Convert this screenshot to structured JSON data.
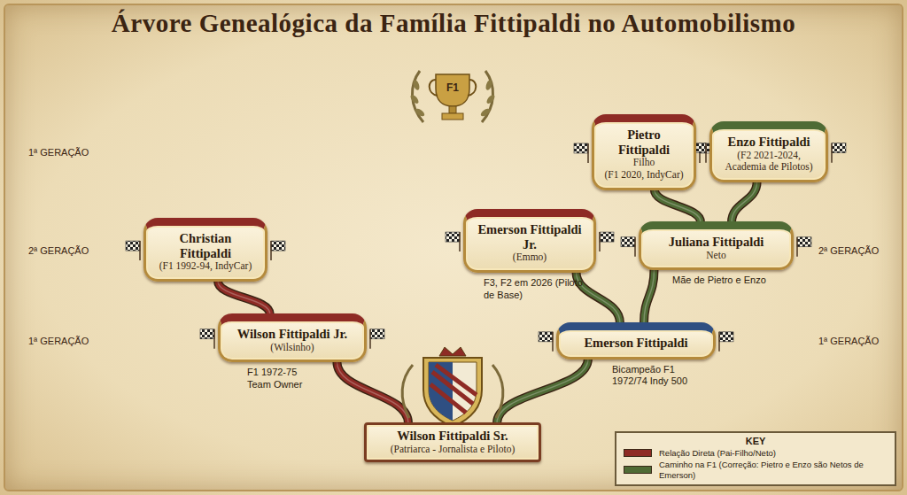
{
  "diagram": {
    "title": "Árvore Genealógica da Família Fittipaldi no Automobilismo",
    "nodes": [
      {
        "text": [
          "Pietro Fittipaldi",
          "Filho",
          "(F1 2020, IndyCar)"
        ]
      },
      {
        "text": [
          "Enzo Fittipaldi",
          "(F2 2021-2024, Academia de Pilotos)"
        ]
      },
      {
        "text": [
          "Christian Fittipaldi",
          "(F1 1992-94, IndyCar)"
        ]
      },
      {
        "text": [
          "Emerson Fittipaldi Jr.",
          "(Emmo)",
          "F3, F2 em 2026 (Piloto de Base)"
        ]
      },
      {
        "text": [
          "Juliana Fittipaldi",
          "Neto",
          "Mãe de Pietro e Enzo"
        ]
      },
      {
        "text": [
          "Wilson Fittipaldi Jr.",
          "(Wilsinho)",
          "F1 1972-75 Team Owner"
        ]
      },
      {
        "text": [
          "Emerson Fittipaldi",
          "Bicampeão F1 1972/74 Indy 500"
        ]
      },
      {
        "text": [
          "Wilson Fittipaldi Sr.",
          "(Patriarca - Jornalista e Piloto)"
        ]
      }
    ],
    "edges": [
      {
        "from": 7,
        "to": 5,
        "arrow": "none"
      },
      {
        "from": 5,
        "to": 2,
        "arrow": "none"
      },
      {
        "from": 7,
        "to": 6,
        "arrow": "none"
      },
      {
        "from": 6,
        "to": 3,
        "arrow": "none"
      },
      {
        "from": 6,
        "to": 4,
        "arrow": "none"
      },
      {
        "from": 4,
        "to": 0,
        "arrow": "none"
      },
      {
        "from": 4,
        "to": 1,
        "arrow": "none"
      }
    ],
    "labels": [
      "F1",
      "1ª GERAÇÃO",
      "2ª GERAÇÃO",
      "1ª GERAÇÃO",
      "2ª GERAÇÃO",
      "1ª GERAÇÃO",
      "KEY"
    ],
    "legend": [
      {
        "text": "Relação Direta (Pai-Filho/Neto)",
        "color": "#8e2b25"
      },
      {
        "text": "Caminho na F1 (Correção: Pietro e Enzo são Netos de Emerson)",
        "color": "#4f6b35"
      }
    ]
  }
}
